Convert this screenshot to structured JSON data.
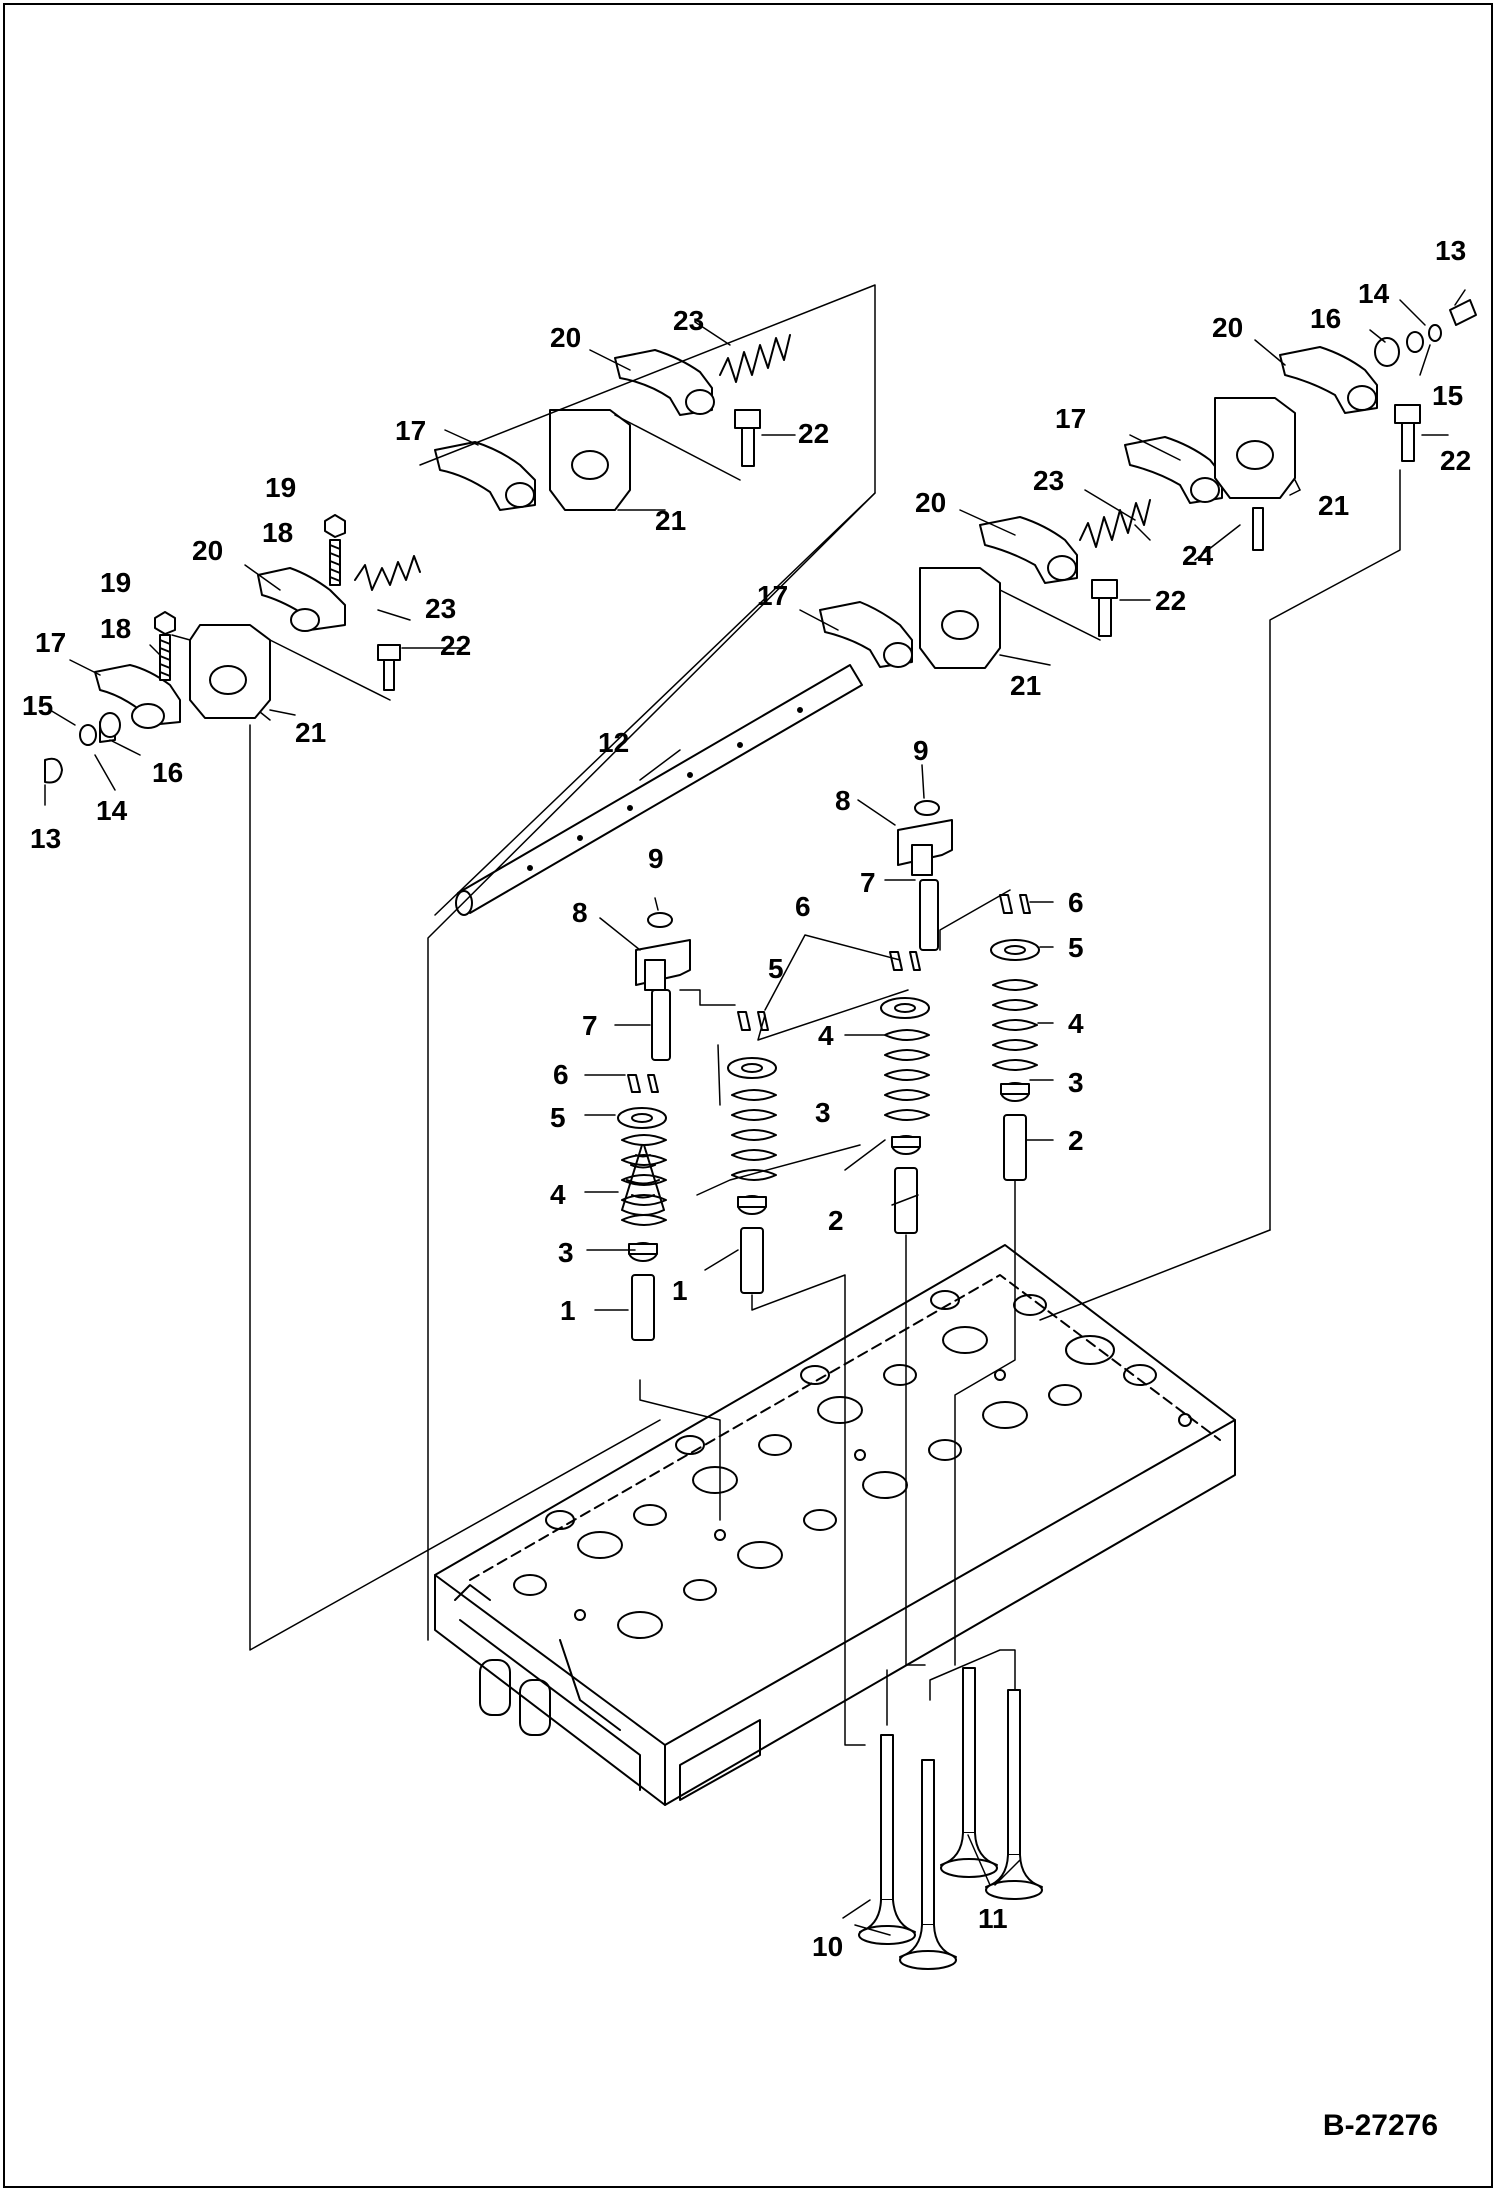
{
  "reference": "B-27276",
  "callouts": [
    "1",
    "2",
    "3",
    "4",
    "5",
    "6",
    "7",
    "8",
    "9",
    "10",
    "11",
    "12",
    "13",
    "14",
    "15",
    "16",
    "17",
    "18",
    "19",
    "20",
    "21",
    "22",
    "23",
    "24"
  ]
}
